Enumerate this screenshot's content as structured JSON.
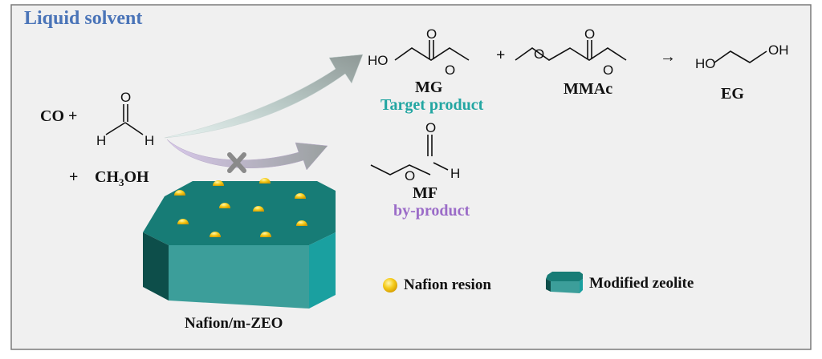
{
  "title": "Liquid solvent",
  "reactants": {
    "co": "CO +",
    "methanol_plus": "+",
    "methanol": "CH3OH",
    "methanol_main": "CH",
    "methanol_sub": "3",
    "methanol_tail": "OH"
  },
  "products": {
    "mg": {
      "abbr": "MG",
      "role": "Target product"
    },
    "plus": "+",
    "mmac": {
      "abbr": "MMAc"
    },
    "arrow": "→",
    "eg": {
      "abbr": "EG"
    },
    "mf": {
      "abbr": "MF",
      "role": "by-product"
    }
  },
  "atoms": {
    "O": "O",
    "H": "H",
    "HO": "HO",
    "OH": "OH"
  },
  "catalyst": {
    "label": "Nafion/m-ZEO"
  },
  "legend": {
    "nafion": "Nafion resion",
    "zeolite": "Modified zeolite"
  },
  "colors": {
    "title": "#4a74b8",
    "target": "#23a6a2",
    "byproduct": "#9b6cc8",
    "zeolite_top": "#177c76",
    "zeolite_front": "#3c9e9a",
    "zeolite_side": "#0d4e4a",
    "nafion": "#f2c40f"
  },
  "icons": [
    "blocked-x-icon",
    "nafion-sphere-icon",
    "zeolite-prism-icon"
  ]
}
